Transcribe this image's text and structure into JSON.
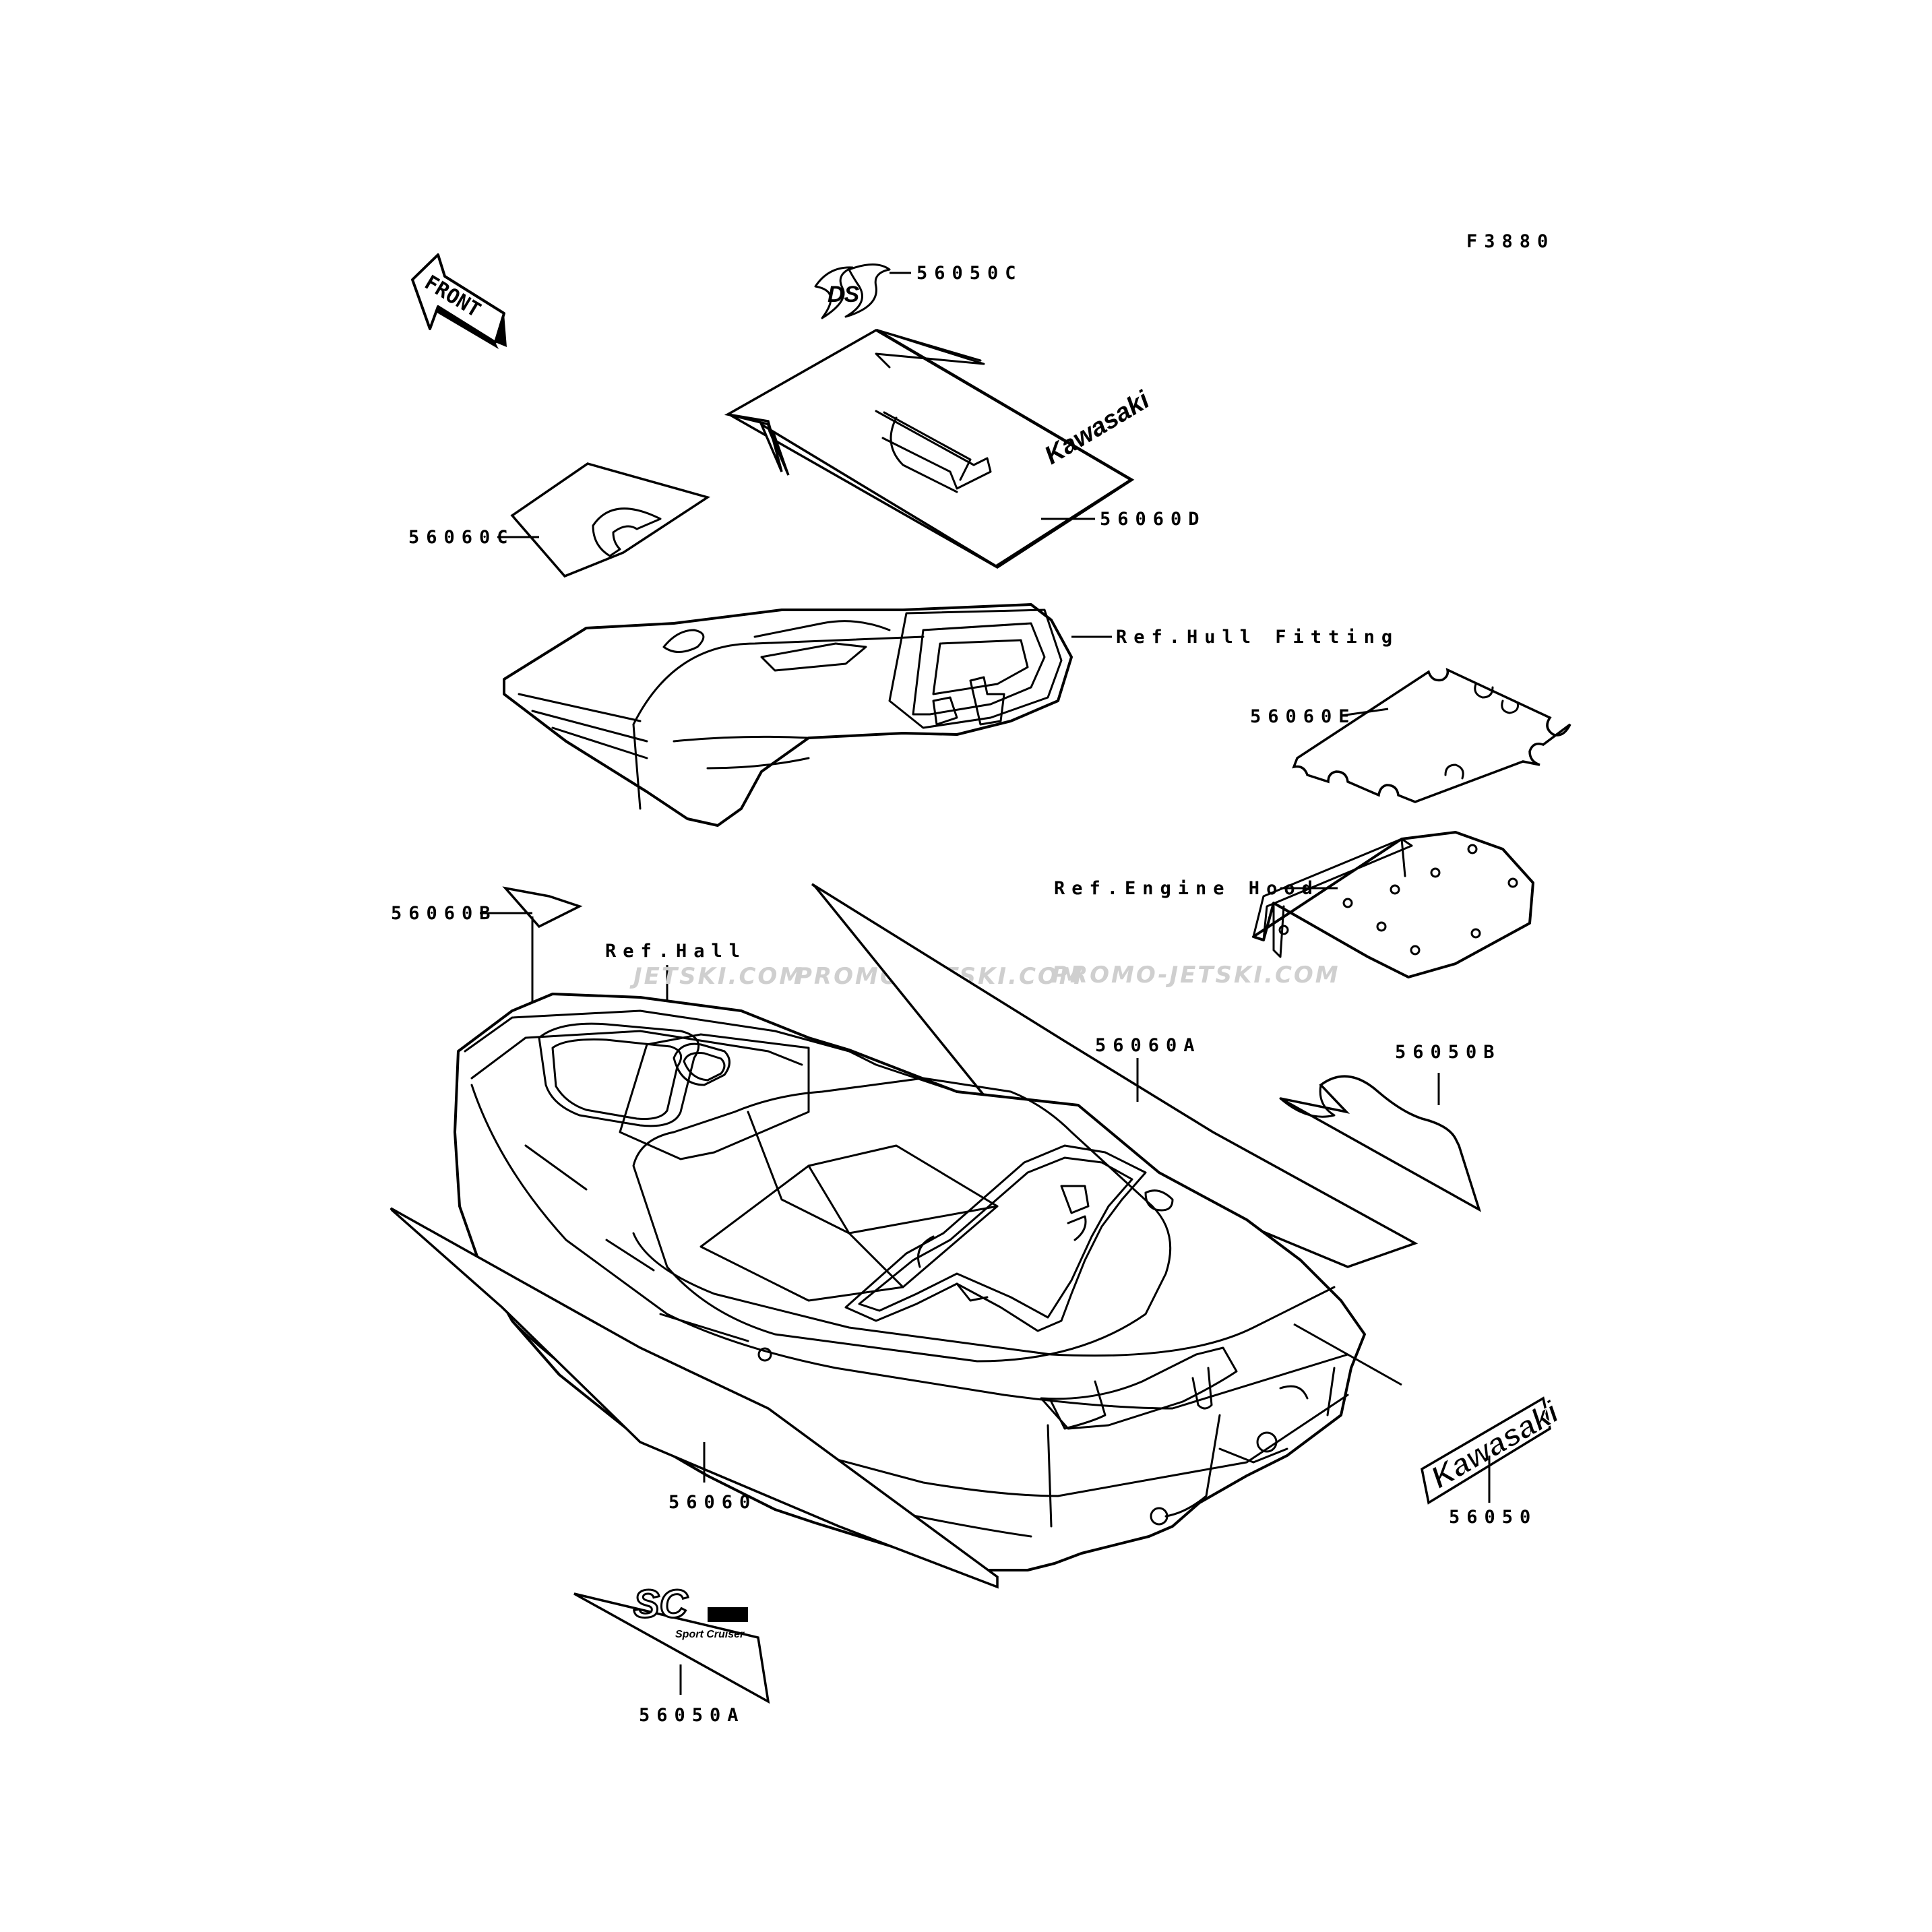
{
  "figure_code": "F3880",
  "front_arrow": "FRONT",
  "watermark": [
    "JETSKI.COM",
    "PROMO-JETSKI.COM",
    "PROMO-JETSKI.COM"
  ],
  "decal_text": {
    "ds_logo": "DS",
    "kawasaki_small": "Kawasaki",
    "kawasaki_large": "Kawasaki",
    "sc_logo": "SC",
    "sc_sub": "Sport Cruiser"
  },
  "labels": {
    "p56050C": "56050C",
    "p56060C": "56060C",
    "p56060D": "56060D",
    "ref_hull_fitting": "Ref.Hull Fitting",
    "p56060E": "56060E",
    "ref_engine_hood": "Ref.Engine Hood",
    "p56060B": "56060B",
    "ref_hall": "Ref.Hall",
    "p56060A": "56060A",
    "p56050B": "56050B",
    "p56060": "56060",
    "p56050": "56050",
    "p56050A": "56050A"
  }
}
